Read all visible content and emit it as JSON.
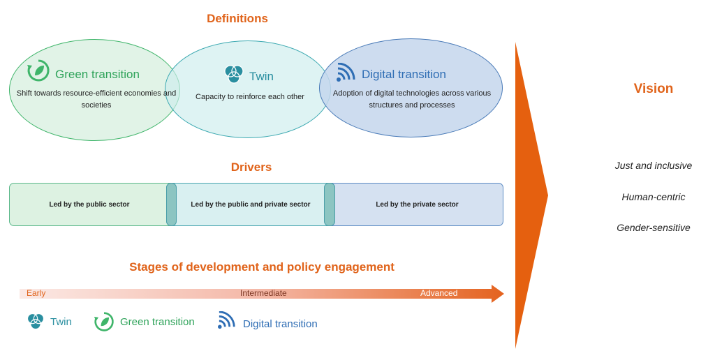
{
  "definitions": {
    "heading": "Definitions",
    "green": {
      "title": "Green transition",
      "description": "Shift towards resource-efficient economies and societies"
    },
    "twin": {
      "title": "Twin",
      "description": "Capacity to reinforce each other"
    },
    "digital": {
      "title": "Digital transition",
      "description": "Adoption of digital technologies across various structures and processes"
    }
  },
  "drivers": {
    "heading": "Drivers",
    "items": [
      "Led by the public sector",
      "Led by the public and private sector",
      "Led by the private sector"
    ]
  },
  "stages": {
    "heading": "Stages of development and policy engagement",
    "labels": [
      "Early",
      "Intermediate",
      "Advanced"
    ]
  },
  "legend": {
    "twin": "Twin",
    "green": "Green transition",
    "digital": "Digital transition"
  },
  "vision": {
    "heading": "Vision",
    "items": [
      "Just and inclusive",
      "Human-centric",
      "Gender-sensitive"
    ]
  },
  "colors": {
    "orange": "#e0631a",
    "green": "#3fb56a",
    "teal": "#2a8fa0",
    "blue": "#2e6db4"
  },
  "icons": {
    "green": "leaf-recycle-icon",
    "twin": "venn-icon",
    "digital": "wifi-signal-icon"
  }
}
